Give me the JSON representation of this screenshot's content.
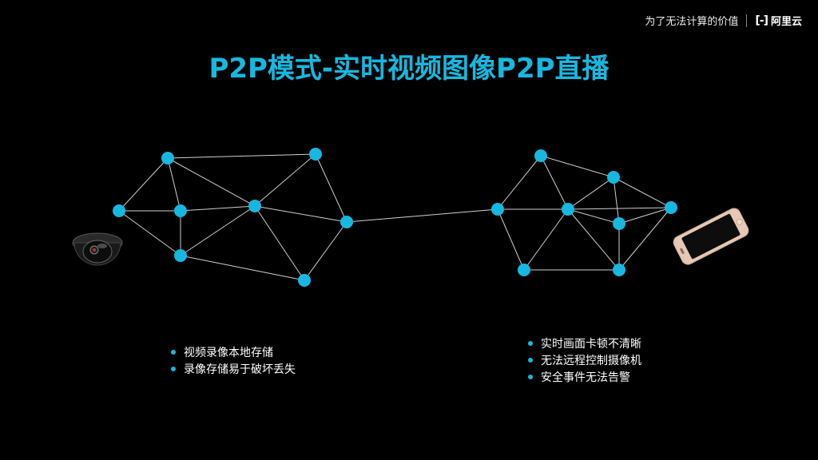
{
  "header": {
    "slogan": "为了无法计算的价值",
    "brand_logo": "[-]",
    "brand_name": "阿里云"
  },
  "title": "P2P模式-实时视频图像P2P直播",
  "colors": {
    "accent": "#17b8e0",
    "background": "#000000",
    "edge": "#d0d0d0"
  },
  "icons": {
    "left_device": "security-camera-icon",
    "right_device": "smartphone-icon"
  },
  "left_bullets": [
    "视频录像本地存储",
    "录像存储易于破坏丢失"
  ],
  "right_bullets": [
    "实时画面卡顿不清晰",
    "无法远程控制摄像机",
    "安全事件无法告警"
  ]
}
